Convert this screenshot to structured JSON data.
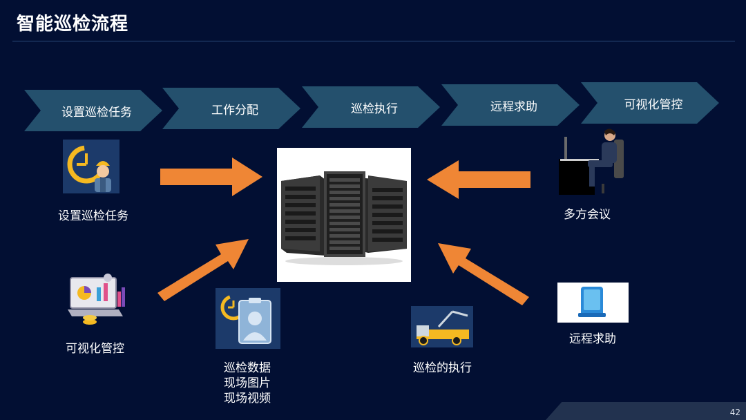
{
  "title": "智能巡检流程",
  "steps": [
    {
      "label": "设置巡检任务"
    },
    {
      "label": "工作分配"
    },
    {
      "label": "巡检执行"
    },
    {
      "label": "远程求助"
    },
    {
      "label": "可视化管控"
    }
  ],
  "nodes": {
    "set_task": {
      "label": "设置巡检任务"
    },
    "meeting": {
      "label": "多方会议"
    },
    "visual": {
      "label": "可视化管控"
    },
    "data": {
      "line1": "巡检数据",
      "line2": "现场图片",
      "line3": "现场视频"
    },
    "execute": {
      "label": "巡检的执行"
    },
    "remote": {
      "label": "远程求助"
    }
  },
  "page_number": "42",
  "colors": {
    "background": "#020f33",
    "chevron": "#24506d",
    "arrow": "#ef8635"
  }
}
